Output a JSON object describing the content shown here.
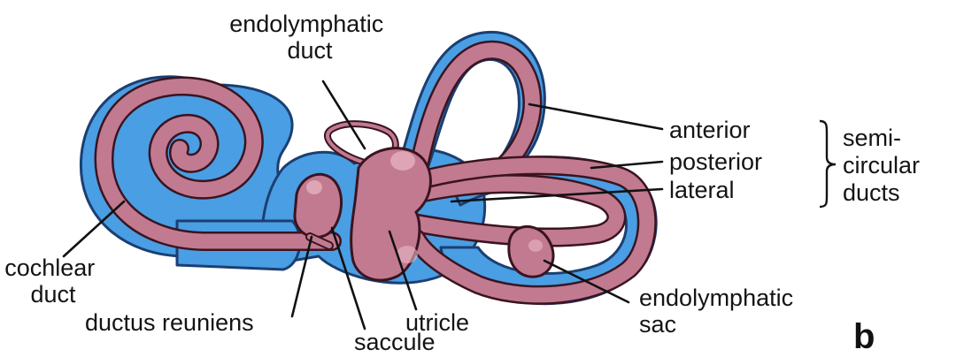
{
  "colors": {
    "perilymph": "#4a9ee3",
    "perilymph_outline": "#1b3f72",
    "endolymph_duct": "#c27a90",
    "duct_outline": "#3a1420",
    "duct_highlight": "#e9b8c6",
    "text": "#141414"
  },
  "labels": {
    "endolymphatic_duct": [
      "endolymphatic",
      "duct"
    ],
    "anterior": "anterior",
    "posterior": "posterior",
    "lateral": "lateral",
    "semicircular_ducts": [
      "semi-",
      "circular",
      "ducts"
    ],
    "cochlear_duct": [
      "cochlear",
      "duct"
    ],
    "ductus_reuniens": "ductus reuniens",
    "saccule": "saccule",
    "utricle": "utricle",
    "endolymphatic_sac": [
      "endolymphatic",
      "sac"
    ],
    "panel_letter": "b"
  }
}
